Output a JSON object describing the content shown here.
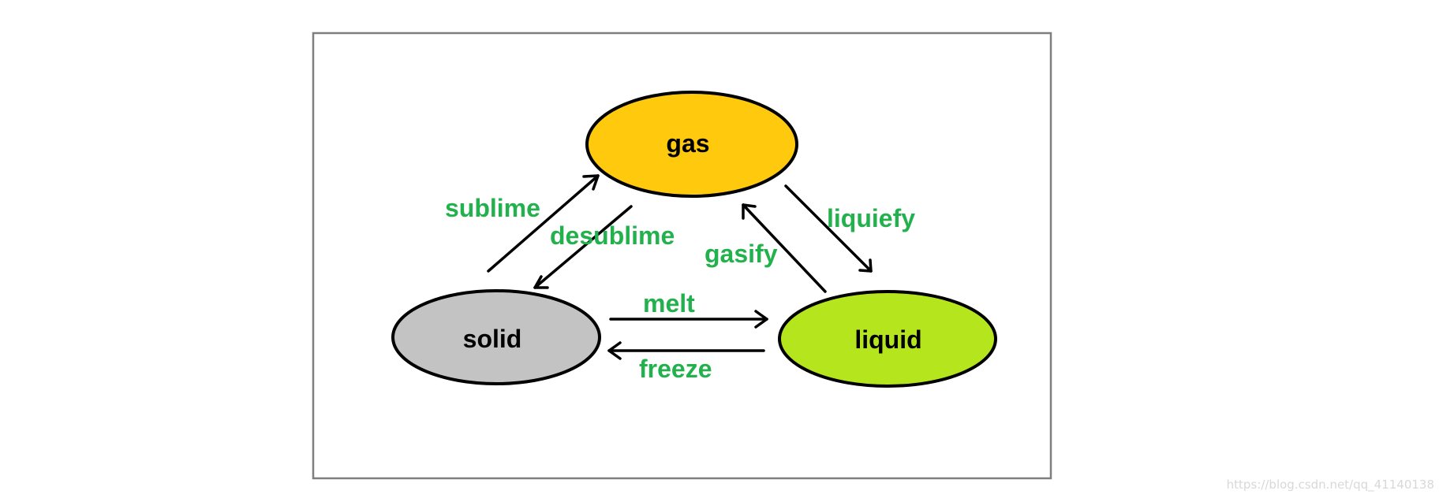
{
  "diagram": {
    "nodes": {
      "gas": {
        "label": "gas",
        "fill": "#ffc90e"
      },
      "solid": {
        "label": "solid",
        "fill": "#c3c3c3"
      },
      "liquid": {
        "label": "liquid",
        "fill": "#b5e61d"
      }
    },
    "edges": {
      "sublime": {
        "label": "sublime",
        "from": "solid",
        "to": "gas"
      },
      "desublime": {
        "label": "desublime",
        "from": "gas",
        "to": "solid"
      },
      "liquiefy": {
        "label": "liquiefy",
        "from": "gas",
        "to": "liquid"
      },
      "gasify": {
        "label": "gasify",
        "from": "liquid",
        "to": "gas"
      },
      "melt": {
        "label": "melt",
        "from": "solid",
        "to": "liquid"
      },
      "freeze": {
        "label": "freeze",
        "from": "liquid",
        "to": "solid"
      }
    },
    "colors": {
      "edge_label": "#22b14c",
      "frame": "#7f7f7f",
      "outline": "#000000"
    }
  },
  "watermark": "https://blog.csdn.net/qq_41140138"
}
